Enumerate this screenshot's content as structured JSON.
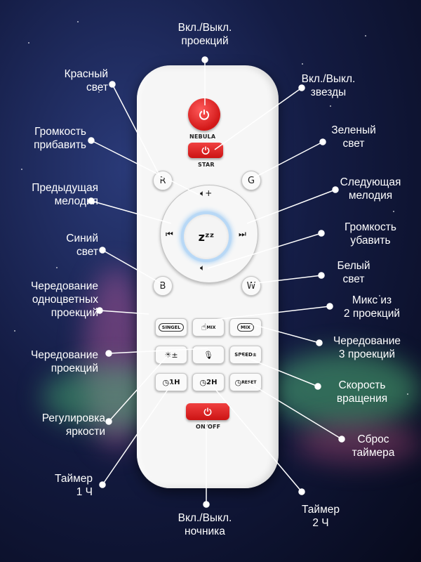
{
  "labels": {
    "power_projection": "Вкл./Выкл.\nпроекций",
    "red_light": "Красный\nсвет",
    "stars_toggle": "Вкл./Выкл.\nзвезды",
    "volume_up": "Громкость\nприбавить",
    "green_light": "Зеленый\nсвет",
    "prev_track": "Предыдущая\nмелодия",
    "next_track": "Следующая\nмелодия",
    "blue_light": "Синий\nсвет",
    "volume_down": "Громкость\nубавить",
    "white_light": "Белый\nсвет",
    "single_cycle": "Чередование\nодноцветных\nпроекций",
    "mix_two": "Микс из\n2 проекций",
    "alternate_three": "Чередование\n3 проекций",
    "alternate_projections": "Чередование\nпроекций",
    "rotation_speed": "Скорость\nвращения",
    "brightness": "Регулировка\nяркости",
    "timer_reset": "Сброс\nтаймера",
    "timer_1h": "Таймер\n1 Ч",
    "timer_2h": "Таймер\n2 Ч",
    "night_light": "Вкл./Выкл.\nночника"
  },
  "remote": {
    "nebula": "NEBULA",
    "star": "STAR",
    "on_off": "ON/OFF",
    "r": "R",
    "g": "G",
    "b": "B",
    "w": "W",
    "singel": "SINGEL",
    "mix": "MIX",
    "speed": "SPEED±",
    "t1h": "1H",
    "t2h": "2H",
    "reset": "RESET",
    "zzz": "zᶻᶻ"
  }
}
